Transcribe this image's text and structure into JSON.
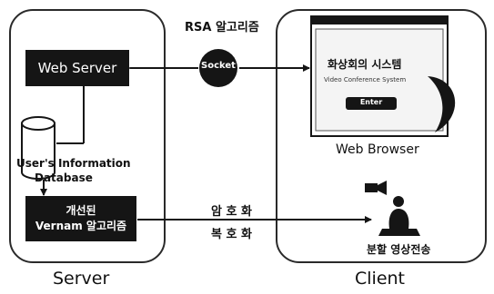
{
  "diagram": {
    "rsa_label": "RSA 알고리즘",
    "socket_label": "Socket",
    "server": {
      "panel_label": "Server",
      "web_server_label": "Web Server",
      "db_label_line1": "User's Information",
      "db_label_line2": "Database",
      "vernam_line1": "개선된",
      "vernam_line2": "Vernam 알고리즘"
    },
    "client": {
      "panel_label": "Client",
      "browser_label": "Web Browser",
      "browser_screen_title": "화상회의 시스템",
      "browser_screen_subtitle": "Video Conference System",
      "browser_screen_button": "Enter",
      "video_label": "분할 영상전송"
    },
    "encrypt_label": "암 호 화",
    "decrypt_label": "복 호 화"
  },
  "colors": {
    "ink": "#151515",
    "background": "#ffffff"
  }
}
